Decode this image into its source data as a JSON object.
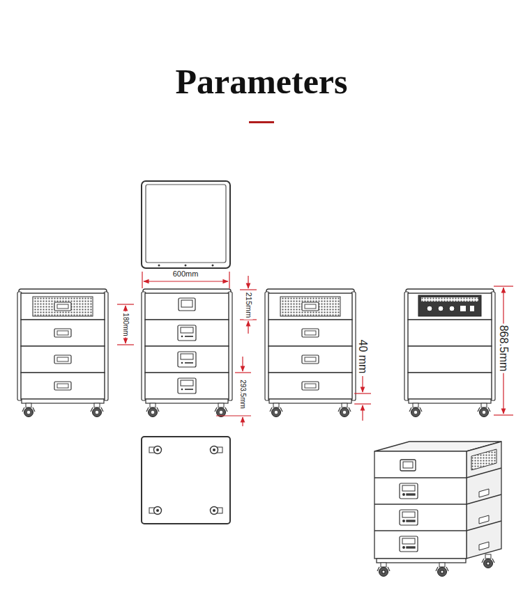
{
  "diagram": {
    "title": "Parameters",
    "labels": [
      "600mm",
      "180mm",
      "215mm",
      "293.5mm",
      "40 mm",
      "868.5mm"
    ]
  }
}
